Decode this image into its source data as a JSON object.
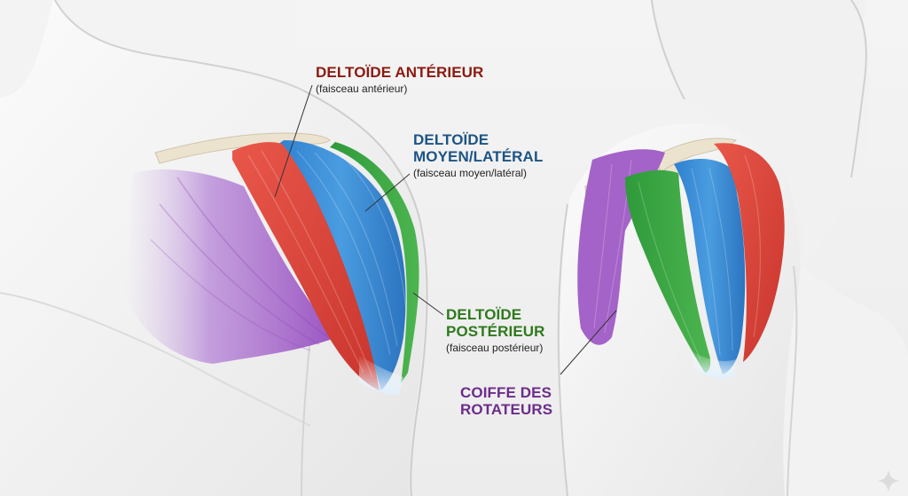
{
  "labels": {
    "anterior": {
      "title": "DELTOÏDE ANTÉRIEUR",
      "subtitle": "(faisceau antérieur)"
    },
    "lateral": {
      "title_line1": "DELTOÏDE",
      "title_line2": "MOYEN/LATÉRAL",
      "subtitle": "(faisceau moyen/latéral)"
    },
    "posterior": {
      "title_line1": "DELTOÏDE",
      "title_line2": "POSTÉRIEUR",
      "subtitle": "(faisceau postérieur)"
    },
    "rotator_cuff": {
      "title_line1": "COIFFE DES",
      "title_line2": "ROTATEURS"
    }
  },
  "colors": {
    "anterior": "#8b1a10",
    "lateral": "#1c5484",
    "posterior": "#2e7a1c",
    "rotator_cuff": "#6c2c8c",
    "muscle_red": "#e0463c",
    "muscle_blue": "#3a8fd8",
    "muscle_green": "#3ea844",
    "muscle_purple": "#a463c8",
    "bone": "#ece3cf",
    "skin": "#f6f6f6",
    "outline": "#cfcfcf"
  },
  "icons": {
    "corner_mark": "sparkle-icon"
  }
}
